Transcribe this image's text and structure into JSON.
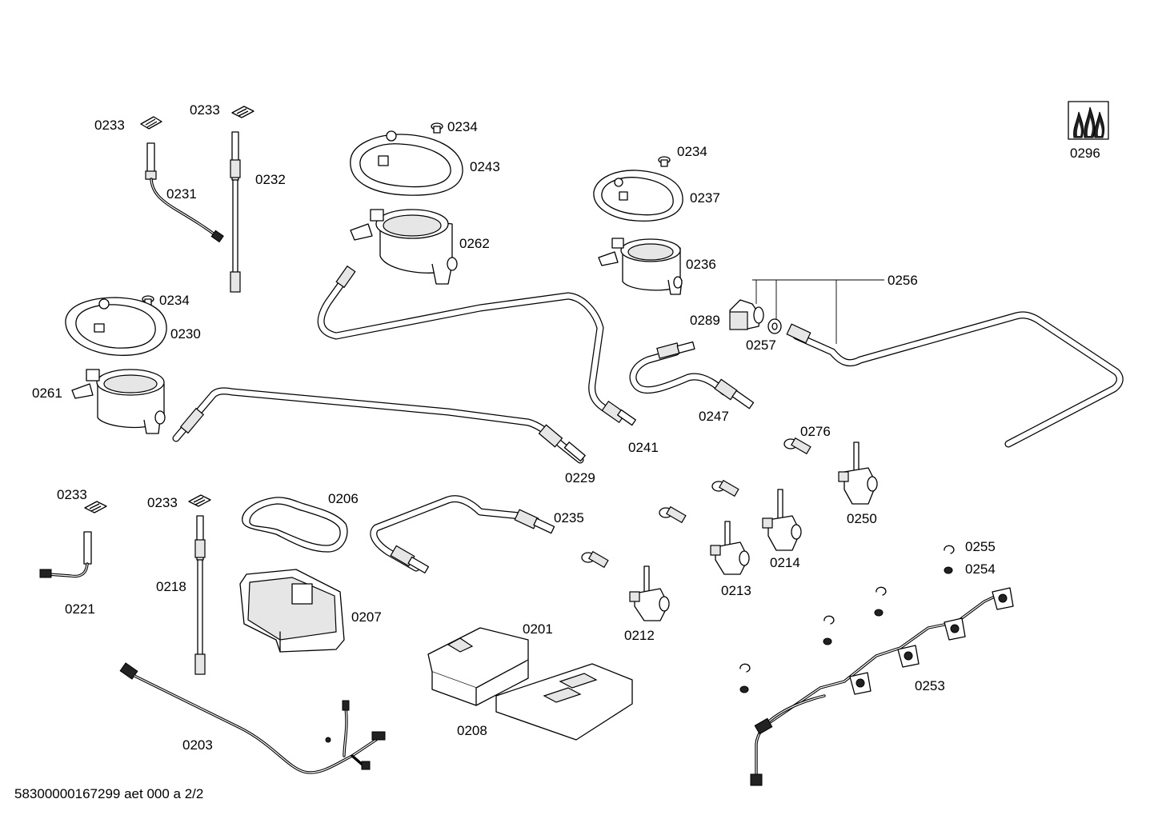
{
  "labels": {
    "p0233a": "0233",
    "p0233b": "0233",
    "p0233c": "0233",
    "p0233d": "0233",
    "p0231": "0231",
    "p0232": "0232",
    "p0234a": "0234",
    "p0234b": "0234",
    "p0234c": "0234",
    "p0243": "0243",
    "p0262": "0262",
    "p0237": "0237",
    "p0236": "0236",
    "p0296": "0296",
    "p0256": "0256",
    "p0289": "0289",
    "p0257": "0257",
    "p0230": "0230",
    "p0261": "0261",
    "p0247": "0247",
    "p0241": "0241",
    "p0276": "0276",
    "p0229": "0229",
    "p0250": "0250",
    "p0206": "0206",
    "p0235": "0235",
    "p0214": "0214",
    "p0221": "0221",
    "p0218": "0218",
    "p0255": "0255",
    "p0254": "0254",
    "p0213": "0213",
    "p0207": "0207",
    "p0201": "0201",
    "p0212": "0212",
    "p0253": "0253",
    "p0208": "0208",
    "p0203": "0203"
  },
  "footer": {
    "document_id": "58300000167299 aet 000 a 2/2"
  }
}
